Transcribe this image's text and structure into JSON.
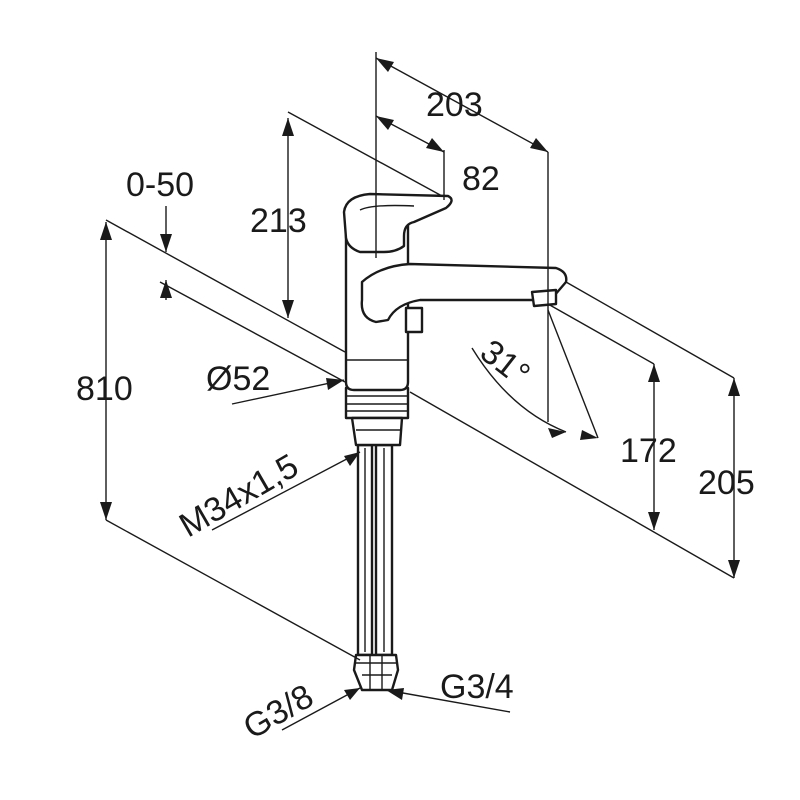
{
  "dimensions": {
    "reach_total": "203",
    "lever_reach": "82",
    "tilt_range": "0-50",
    "spout_height": "213",
    "total_height": "810",
    "base_diameter": "Ø52",
    "thread": "M34x1,5",
    "outlet_height": "172",
    "overall_height": "205",
    "spray_angle": "31°",
    "conn_left": "G3/8",
    "conn_right": "G3/4"
  }
}
